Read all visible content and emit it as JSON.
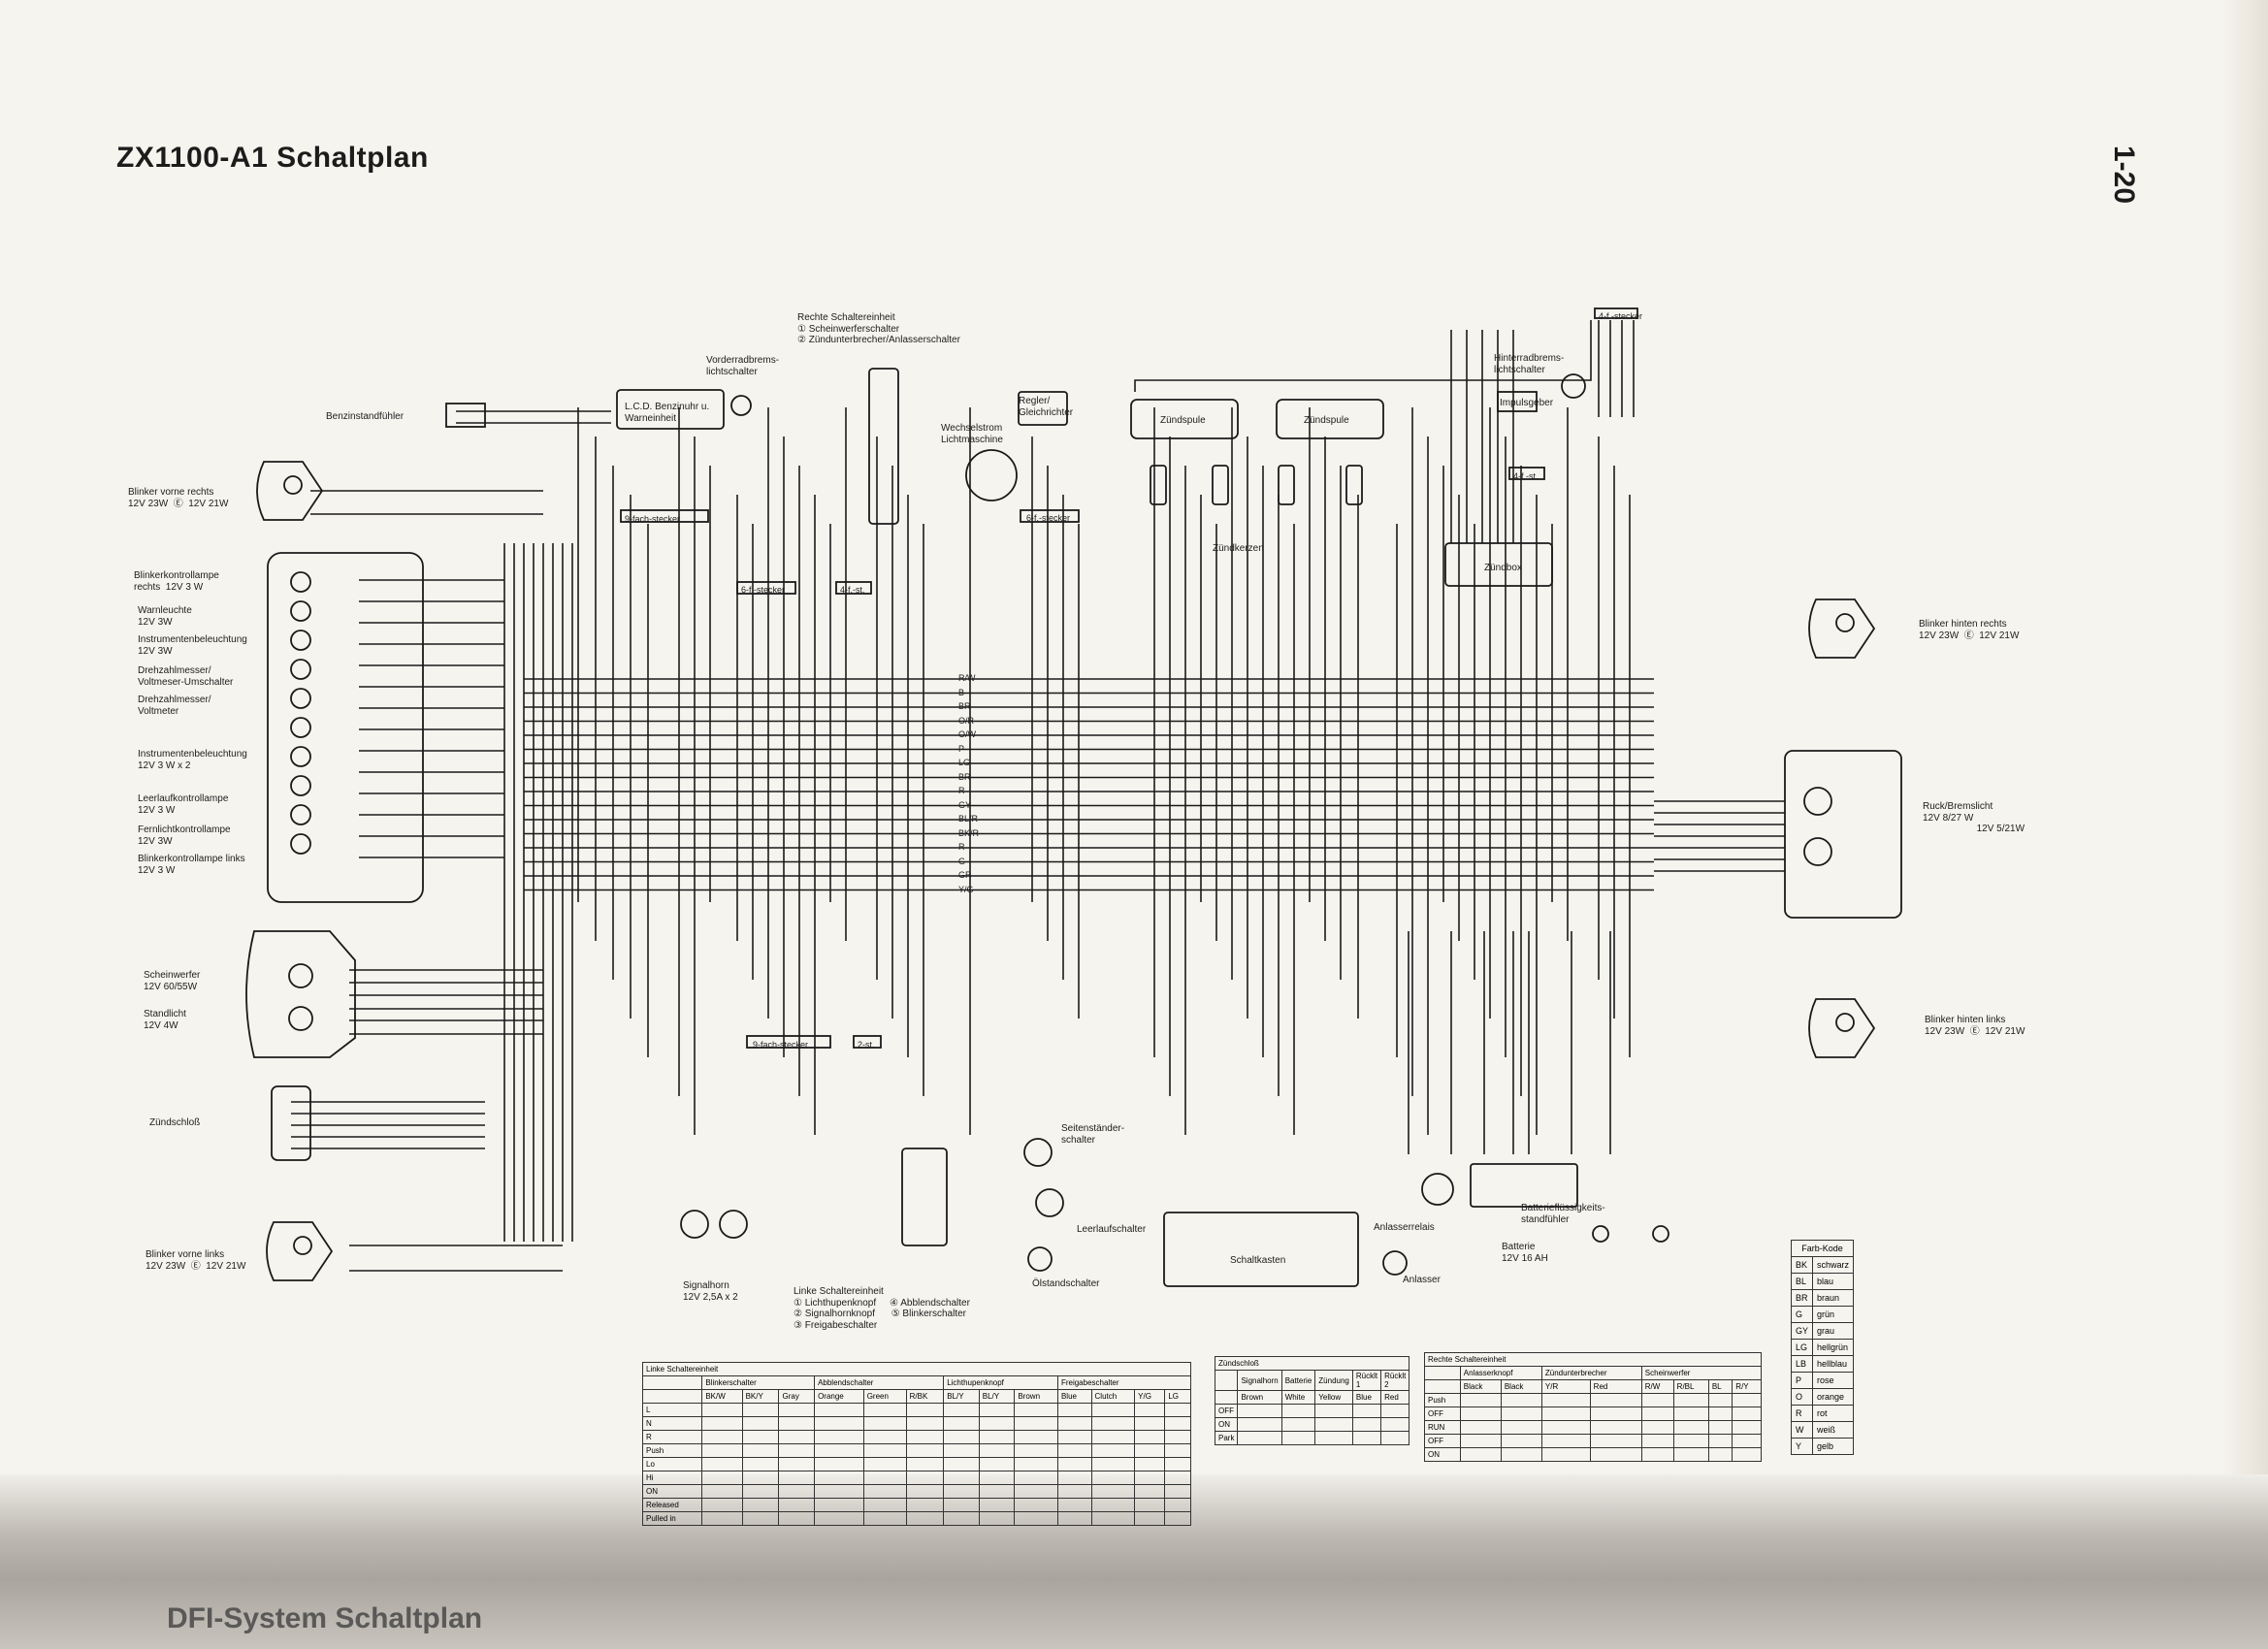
{
  "title": "ZX1100-A1 Schaltplan",
  "page_number": "1-20",
  "footer": "DFI-System Schaltplan",
  "left_components": [
    {
      "id": "benzin",
      "label": "Benzinstandfühler"
    },
    {
      "id": "blink_vr",
      "label": "Blinker vorne rechts\n12V 23W  Ⓔ  12V 21W"
    },
    {
      "id": "blinkkontroll_r",
      "label": "Blinkerkontrollampe\nrechts  12V 3 W"
    },
    {
      "id": "warnleuchte",
      "label": "Warnleuchte\n12V 3W"
    },
    {
      "id": "instrbel1",
      "label": "Instrumentenbeleuchtung\n12V 3W"
    },
    {
      "id": "drehzahl_ums",
      "label": "Drehzahlmesser/\nVoltmeser-Umschalter"
    },
    {
      "id": "drehzahl_volt",
      "label": "Drehzahlmesser/\nVoltmeter"
    },
    {
      "id": "instrbel2",
      "label": "Instrumentenbeleuchtung\n12V 3 W x 2"
    },
    {
      "id": "leerlauf_k",
      "label": "Leerlaufkontrollampe\n12V 3 W"
    },
    {
      "id": "fernlicht_k",
      "label": "Fernlichtkontrollampe\n12V 3W"
    },
    {
      "id": "blinkkontroll_l",
      "label": "Blinkerkontrollampe links\n12V 3 W"
    },
    {
      "id": "scheinwerfer",
      "label": "Scheinwerfer\n12V 60/55W"
    },
    {
      "id": "standlicht",
      "label": "Standlicht\n12V 4W"
    },
    {
      "id": "zuendschloss",
      "label": "Zündschloß"
    },
    {
      "id": "blink_vl",
      "label": "Blinker vorne links\n12V 23W  Ⓔ  12V 21W"
    }
  ],
  "top_components": {
    "rechte_schalt": "Rechte Schaltereinheit\n① Scheinwerferschalter\n② Zündunterbrecher/Anlasserschalter",
    "vorderrad": "Vorderradbrems-\nlichtschalter",
    "lcd": "L.C.D. Benzinuhr u.\nWarneinheit",
    "regler": "Regler/\nGleichrichter",
    "wechselstrom": "Wechselstrom\nLichtmaschine",
    "zuendspule1": "Zündspule",
    "zuendspule2": "Zündspule",
    "zuendkerzen": "Zündkerzen",
    "hinterrad": "Hinterradbrems-\nlichtschalter",
    "impulsgeber": "Impulsgeber",
    "zuendbox": "Zündbox",
    "stecker4": "4-f.-stecker",
    "stecker9a": "9-fach-stecker",
    "stecker6a": "6-f.-stecker",
    "stecker4a": "4-f.-st.",
    "stecker6b": "6-f.-stecker",
    "stecker4b": "4-f.-st."
  },
  "right_components": {
    "blink_hr": "Blinker hinten rechts\n12V 23W  Ⓔ  12V 21W",
    "rueck": "Ruck/Bremslicht\n12V 8/27 W\n                    12V 5/21W",
    "blink_hl": "Blinker hinten links\n12V 23W  Ⓔ  12V 21W"
  },
  "bottom_components": {
    "signalhorn": "Signalhorn\n12V 2,5A x 2",
    "linke_schalt": "Linke Schaltereinheit\n① Lichthupenknopf     ④ Abblendschalter\n② Signalhornknopf      ⑤ Blinkerschalter\n③ Freigabeschalter",
    "seitenstaender": "Seitenständer-\nschalter",
    "leerlaufschalter": "Leerlaufschalter",
    "oelstand": "Ölstandschalter",
    "schaltkasten": "Schaltkasten",
    "anlasserrelais": "Anlasserrelais",
    "anlasser": "Anlasser",
    "batterie_fuehler": "Batterieflüssigkeits-\nstandfühler",
    "batterie": "Batterie\n12V 16 AH",
    "stecker9c": "9-fach-stecker",
    "stecker2": "2-st."
  },
  "wire_labels": [
    "R/W",
    "B",
    "BR",
    "O/R",
    "O/W",
    "P",
    "LG",
    "BR",
    "R",
    "GY",
    "BL/R",
    "BK/R",
    "R",
    "G",
    "GR",
    "Y/G"
  ],
  "color_code": {
    "title": "Farb-Kode",
    "rows": [
      [
        "BK",
        "schwarz"
      ],
      [
        "BL",
        "blau"
      ],
      [
        "BR",
        "braun"
      ],
      [
        "G",
        "grün"
      ],
      [
        "GY",
        "grau"
      ],
      [
        "LG",
        "hellgrün"
      ],
      [
        "LB",
        "hellblau"
      ],
      [
        "P",
        "rose"
      ],
      [
        "O",
        "orange"
      ],
      [
        "R",
        "rot"
      ],
      [
        "W",
        "weiß"
      ],
      [
        "Y",
        "gelb"
      ]
    ]
  },
  "tables": {
    "linke": {
      "title": "Linke Schaltereinheit",
      "groups": [
        "Blinkerschalter",
        "Abblendschalter",
        "Lichthupenknopf",
        "Freigabeschalter"
      ],
      "cols": [
        "BK/W",
        "BK/Y",
        "Gray",
        "Orange",
        "Green",
        "R/BK",
        "BL/Y",
        "BL/Y",
        "Brown",
        "Blue",
        "Clutch",
        "Y/G",
        "LG"
      ],
      "rows": [
        "L",
        "N",
        "R",
        "Push",
        "Lo",
        "Hi",
        "ON",
        "Released",
        "Pulled in"
      ]
    },
    "zuend": {
      "title": "Zündschloß",
      "cols": [
        "Signalhorn",
        "Batterie",
        "Zündung",
        "Rücklt 1",
        "Rücklt 2"
      ],
      "colors": [
        "Brown",
        "White",
        "Yellow",
        "Blue",
        "Red"
      ],
      "rows": [
        "OFF",
        "ON",
        "Park"
      ]
    },
    "rechte": {
      "title": "Rechte Schaltereinheit",
      "groups": [
        "Anlasserknopf",
        "Zündunterbrecher",
        "Scheinwerfer"
      ],
      "cols": [
        "Black",
        "Black",
        "Y/R",
        "Red",
        "R/W",
        "R/BL",
        "BL",
        "R/Y"
      ],
      "rows": [
        "Push",
        "OFF",
        "RUN",
        "OFF",
        "ON"
      ]
    }
  }
}
